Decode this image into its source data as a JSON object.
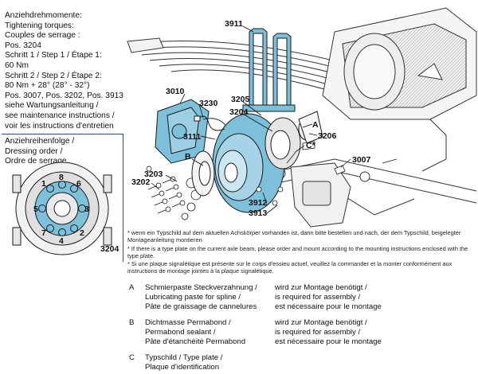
{
  "torque_block": {
    "lines": [
      "Anziehdrehmomente:",
      "Tightening torques:",
      "Couples de serrage :",
      "Pos. 3204",
      "Schritt 1 / Step 1 / Étape 1:",
      "60 Nm",
      "Schritt 2 / Step 2 / Étape 2:",
      "80 Nm + 28° (28° - 32°)",
      "Pos. 3007, Pos. 3202, Pos. 3913",
      "siehe Wartungsanleitung /",
      "see maintenance instructions /",
      "voir les instructions d'entretien"
    ]
  },
  "dressing_order": {
    "lines": [
      "Anziehreihenfolge /",
      "Dressing order /",
      "Ordre de serrage"
    ],
    "bolt_numbers": [
      "1",
      "2",
      "3",
      "4",
      "5",
      "6",
      "7",
      "8"
    ],
    "part_label": "3204"
  },
  "part_labels": {
    "p3911": "3911",
    "p3010": "3010",
    "p3230": "3230",
    "p3205": "3205",
    "p3204": "3204",
    "pA": "A",
    "p3206": "3206",
    "p3111": "3111",
    "pC": "C*",
    "pB": "B",
    "p3007": "3007",
    "p3203": "3203",
    "p3202": "3202",
    "p3912": "3912",
    "p3913": "3913"
  },
  "notes": {
    "de": "* wenn ein Typschild auf dem aktuellen Achskörper vorhanden ist, dann bitte bestellen und nach, der dem Typschild, beigelegter Montageanleitung montieren",
    "en": "* If there is a type plate on the current axle beam, please order and mount according to the mounting instructions enclosed with the type plate.",
    "fr": "* Si une plaque signalétique est présente sur le corps d'essieu actuel, veuillez la commander et la monter conformément aux instructions de montage jointes à la plaque signalétique."
  },
  "legend": [
    {
      "key": "A",
      "desc": [
        "Schmierpaste Steckverzahnung /",
        "Lubricating paste for spline /",
        "Pâte de graissage de cannelures"
      ],
      "need": [
        "wird zur Montage benötigt /",
        "is required for assembly /",
        "est nécessaire pour le montage"
      ]
    },
    {
      "key": "B",
      "desc": [
        "Dichtmasse Permabond /",
        "Permabond sealant /",
        "Pâte d'étanchéité Permabond"
      ],
      "need": [
        "wird zur Montage benötigt /",
        "is required for assembly /",
        "est nécessaire pour le montage"
      ]
    },
    {
      "key": "C",
      "desc": [
        "Typschild / Type plate /",
        "Plaque d'identification"
      ],
      "need": []
    }
  ],
  "colors": {
    "highlight": "#7cc0da",
    "line": "#1a1a1a",
    "box_border": "#2a4b7c"
  }
}
